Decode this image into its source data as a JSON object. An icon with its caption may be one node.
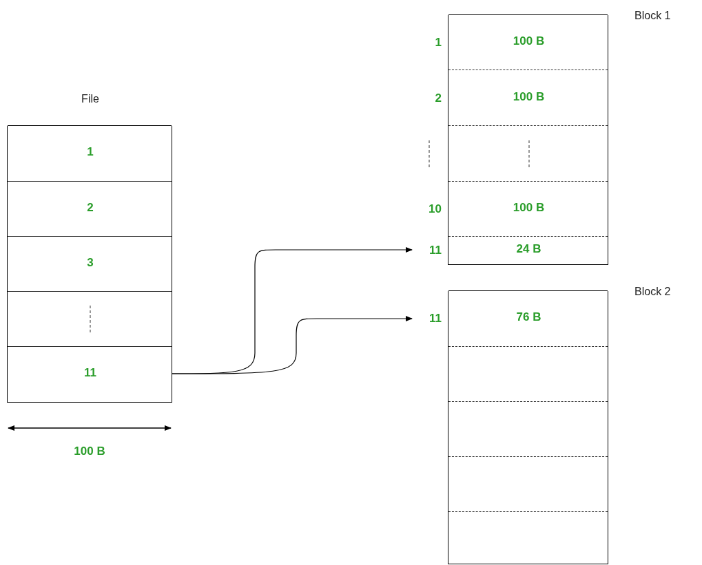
{
  "diagram": {
    "nodes": [
      {
        "text": [
          "File"
        ]
      },
      {
        "text": [
          "1"
        ],
        "in": 0
      },
      {
        "text": [
          "2"
        ],
        "in": 0
      },
      {
        "text": [
          "3"
        ],
        "in": 0
      },
      {
        "text": [],
        "shape": "box",
        "in": 0
      },
      {
        "text": [
          "11"
        ],
        "in": 0
      },
      {
        "text": [
          "Block 1"
        ]
      },
      {
        "text": [
          "100 B"
        ],
        "in": 6,
        "beside": [
          "1"
        ]
      },
      {
        "text": [
          "100 B"
        ],
        "in": 6,
        "beside": [
          "2"
        ]
      },
      {
        "text": [],
        "shape": "box",
        "in": 6
      },
      {
        "text": [
          "100 B"
        ],
        "in": 6,
        "beside": [
          "10"
        ]
      },
      {
        "text": [
          "24 B"
        ],
        "in": 6,
        "beside": [
          "11"
        ]
      },
      {
        "text": [
          "Block 2"
        ]
      },
      {
        "text": [
          "76 B"
        ],
        "in": 12,
        "beside": [
          "11"
        ]
      },
      {
        "text": [],
        "shape": "box",
        "in": 12
      },
      {
        "text": [],
        "shape": "box",
        "in": 12
      },
      {
        "text": [],
        "shape": "box",
        "in": 12
      },
      {
        "text": [],
        "shape": "box",
        "in": 12
      }
    ],
    "edges": [
      {
        "from": 5,
        "to": 11,
        "arrow": "to"
      },
      {
        "from": 5,
        "to": 13,
        "arrow": "to"
      }
    ],
    "labels": [
      "100 B"
    ]
  }
}
